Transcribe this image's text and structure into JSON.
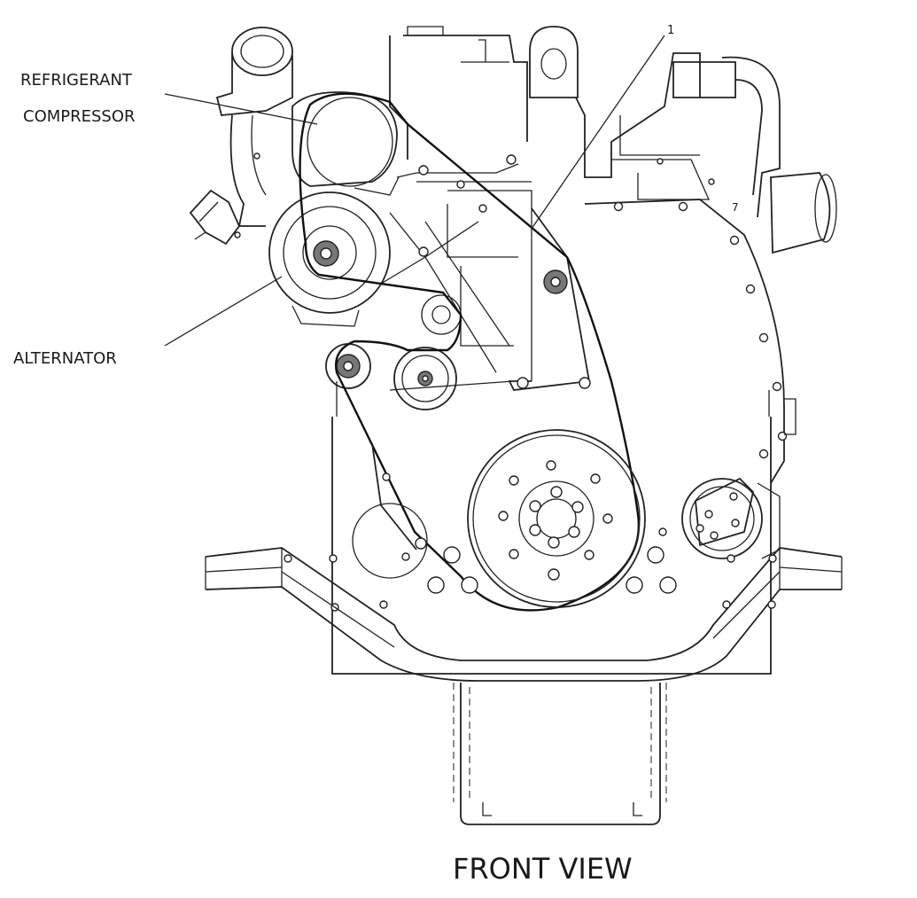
{
  "diagram": {
    "callouts": {
      "refrigerant_line1": "REFRIGERANT",
      "refrigerant_line2": "COMPRESSOR",
      "alternator": "ALTERNATOR",
      "item_1": "1",
      "item_7": "7"
    },
    "view_title": "FRONT VIEW"
  }
}
